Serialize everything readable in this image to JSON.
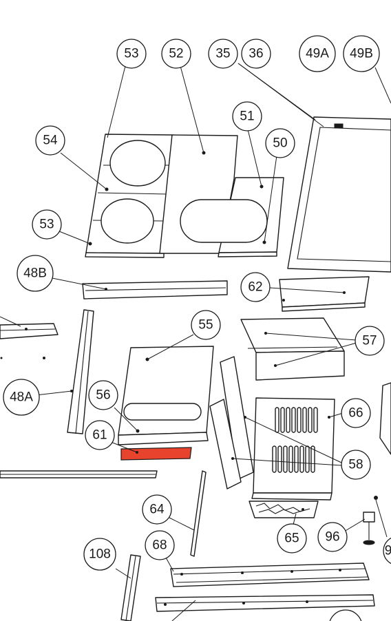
{
  "labels": {
    "p53a": "53",
    "p52": "52",
    "p35": "35",
    "p36": "36",
    "p49a": "49A",
    "p49b": "49B",
    "p51": "51",
    "p54": "54",
    "p50": "50",
    "p53b": "53",
    "p48b": "48B",
    "p62": "62",
    "p55": "55",
    "p57": "57",
    "p48a": "48A",
    "p56": "56",
    "p66": "66",
    "p61": "61",
    "p58": "58",
    "p64": "64",
    "p65": "65",
    "p96": "96",
    "p9x": "9",
    "p108": "108",
    "p68": "68"
  },
  "colors": {
    "highlight": "#e8432c",
    "line": "#1a1a1a",
    "background": "#ffffff"
  }
}
